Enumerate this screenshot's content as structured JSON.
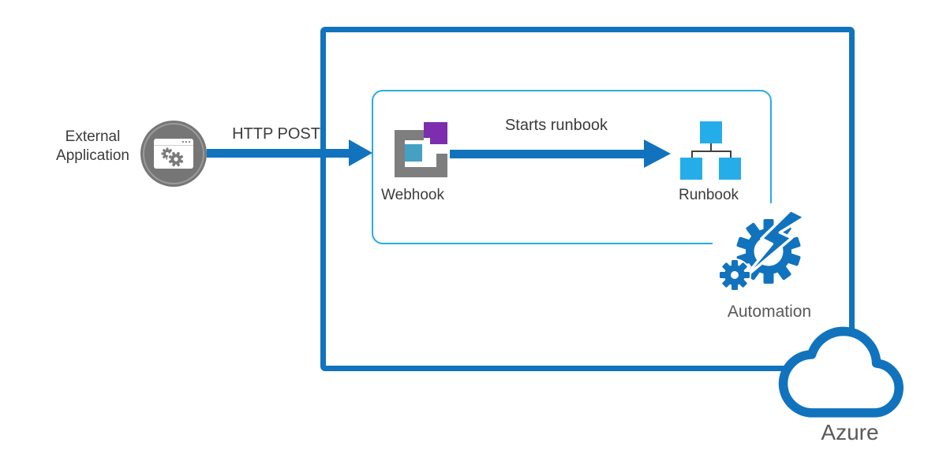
{
  "diagram": {
    "title": "Azure Automation webhook flow",
    "external_app": {
      "label": "External\nApplication"
    },
    "http_post": {
      "label": "HTTP POST"
    },
    "webhook": {
      "label": "Webhook"
    },
    "starts_runbook": {
      "label": "Starts runbook"
    },
    "runbook": {
      "label": "Runbook"
    },
    "automation": {
      "label": "Automation"
    },
    "azure": {
      "label": "Azure"
    },
    "icons": {
      "external_application": "browser-window-with-gears-icon",
      "webhook": "webhook-icon",
      "runbook": "runbook-org-chart-icon",
      "automation": "gears-lightning-icon",
      "azure": "azure-cloud-icon"
    },
    "colors": {
      "primary_blue": "#1173bd",
      "inner_border_light_blue": "#29abe2",
      "runbook_cyan": "#25ade9",
      "webhook_teal": "#44a1c4",
      "webhook_purple": "#7d2eae",
      "webhook_gray": "#7e7e7e",
      "app_circle_gray": "#767676",
      "text_dark": "#3b3b3b",
      "text_gray": "#595959"
    }
  }
}
